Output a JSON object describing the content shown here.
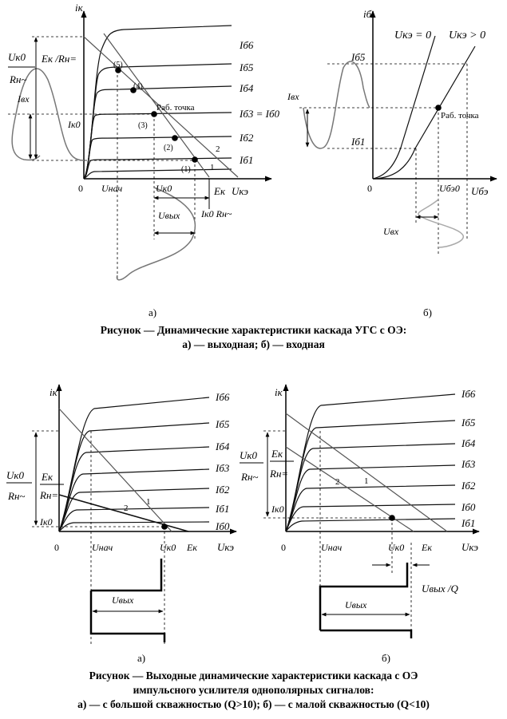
{
  "figure1": {
    "panel_a_label": "а)",
    "panel_b_label": "б)",
    "caption_line1": "Рисунок  — Динамические характеристики каскада УГС с ОЭ:",
    "caption_line2": "а) — выходная; б) — входная",
    "a": {
      "y_axis": "iк",
      "x_axis": "Uкэ",
      "origin": "0",
      "curves": [
        "Iб6",
        "Iб5",
        "Iб4",
        "Iб3 = Iб0",
        "Iб2",
        "Iб1"
      ],
      "points": [
        "(1)",
        "(2)",
        "(3)",
        "(4)",
        "(5)"
      ],
      "load_lines": [
        "1",
        "2"
      ],
      "work_point": "Раб. точка",
      "x_ticks": [
        "Uнач",
        "Uк0",
        "Eк"
      ],
      "y_labels": [
        "Uк0",
        "Rн~",
        "Eк /Rн=",
        "Iвх",
        "Iк0"
      ],
      "out_labels": [
        "Uвых",
        "Iк0 Rн~"
      ]
    },
    "b": {
      "y_axis": "iб",
      "x_axis": "Uбэ",
      "origin": "0",
      "curve_labels": [
        "Uкэ = 0",
        "Uкэ > 0"
      ],
      "y_labels": [
        "Iб5",
        "Iвх",
        "Iб1"
      ],
      "work_point": "Раб. точка",
      "x_ticks": [
        "Uбэ0"
      ],
      "in_label": "Uвх"
    }
  },
  "figure2": {
    "panel_a_label": "а)",
    "panel_b_label": "б)",
    "caption_line1": "Рисунок  — Выходные динамические характеристики каскада с ОЭ",
    "caption_line2": "импульсного усилителя однополярных сигналов:",
    "caption_line3": "а) — с большой скважностью (Q>10);  б) — с малой скважностью (Q<10)",
    "a": {
      "y_axis": "iк",
      "x_axis": "Uкэ",
      "origin": "0",
      "curves": [
        "Iб6",
        "Iб5",
        "Iб4",
        "Iб3",
        "Iб2",
        "Iб1",
        "Iб0"
      ],
      "load_lines": [
        "1",
        "2"
      ],
      "x_ticks": [
        "Uнач",
        "Uк0",
        "Eк"
      ],
      "y_labels": [
        "Uк0",
        "Rн~",
        "Eк",
        "Rн=",
        "Iк0"
      ],
      "out_label": "Uвых"
    },
    "b": {
      "y_axis": "iк",
      "x_axis": "Uкэ",
      "origin": "0",
      "curves": [
        "Iб6",
        "Iб5",
        "Iб4",
        "Iб3",
        "Iб2",
        "Iб1",
        "Iб0"
      ],
      "load_lines": [
        "1",
        "2"
      ],
      "x_ticks": [
        "Uнач",
        "Uк0",
        "Eк"
      ],
      "y_labels": [
        "Uк0",
        "Rн~",
        "Eк",
        "Rн=",
        "Iк0"
      ],
      "out_labels": [
        "Uвых",
        "Uвых /Q"
      ]
    }
  }
}
